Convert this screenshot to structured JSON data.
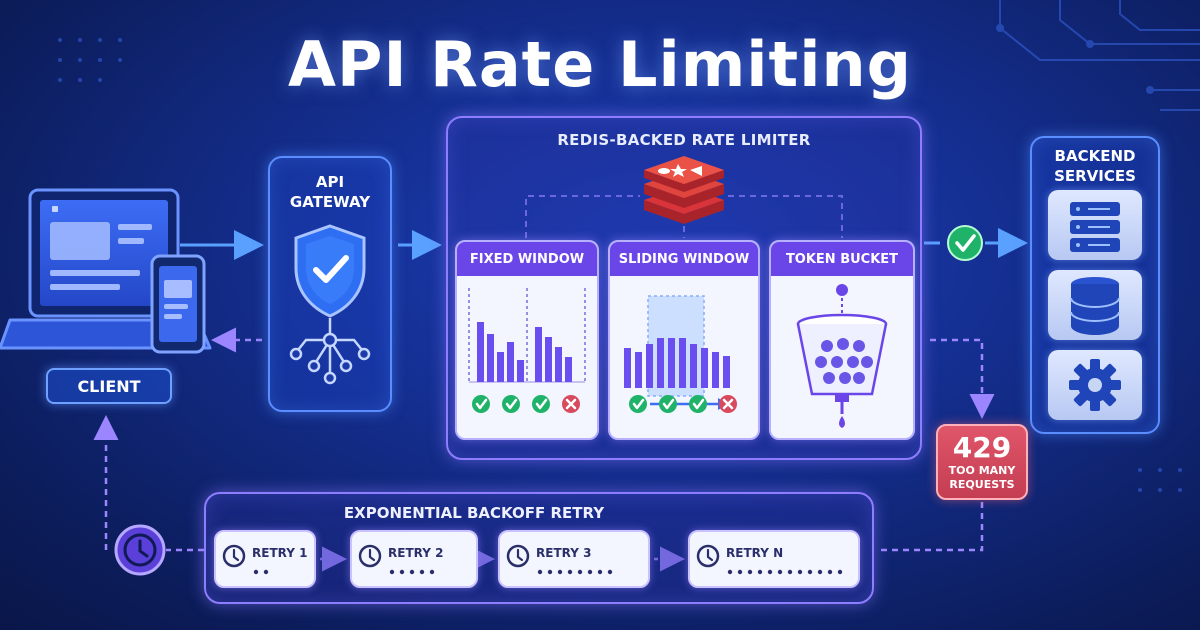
{
  "title": "API Rate Limiting",
  "client": {
    "label": "CLIENT"
  },
  "gateway": {
    "label": "API\nGATEWAY"
  },
  "limiter": {
    "label": "REDIS-BACKED RATE LIMITER",
    "cards": [
      {
        "label": "FIXED WINDOW",
        "bars": [
          60,
          48,
          30,
          40,
          22,
          55,
          45,
          35,
          25
        ],
        "results": [
          "ok",
          "ok",
          "ok",
          "fail"
        ]
      },
      {
        "label": "SLIDING WINDOW",
        "bars": [
          40,
          36,
          44,
          50,
          50,
          50,
          44,
          40,
          36,
          32
        ],
        "results": [
          "ok",
          "ok",
          "ok",
          "fail"
        ]
      },
      {
        "label": "TOKEN BUCKET"
      }
    ]
  },
  "backend": {
    "label": "BACKEND\nSERVICES",
    "tiles": [
      "server-icon",
      "database-icon",
      "gear-icon"
    ]
  },
  "error": {
    "code": "429",
    "text": "TOO MANY\nREQUESTS"
  },
  "retry": {
    "label": "EXPONENTIAL BACKOFF RETRY",
    "steps": [
      {
        "label": "RETRY 1",
        "dots": 2
      },
      {
        "label": "RETRY 2",
        "dots": 5
      },
      {
        "label": "RETRY 3",
        "dots": 8
      },
      {
        "label": "RETRY N",
        "dots": 12
      }
    ]
  },
  "colors": {
    "accent": "#5a8dff",
    "purple": "#6a46e8",
    "success": "#1fb36a",
    "error": "#d84a5e",
    "redis": "#d8343a"
  }
}
